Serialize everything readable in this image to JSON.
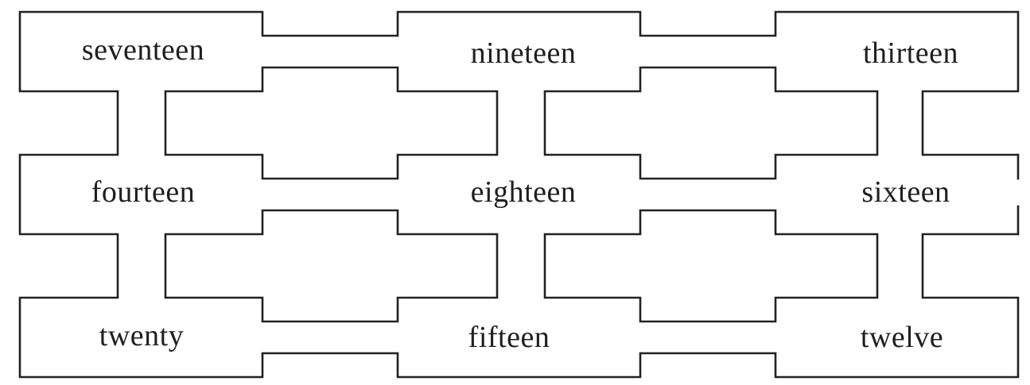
{
  "maze": {
    "rows": [
      [
        "seventeen",
        "nineteen",
        "thirteen"
      ],
      [
        "fourteen",
        "eighteen",
        "sixteen"
      ],
      [
        "twenty",
        "fifteen",
        "twelve"
      ]
    ]
  },
  "colors": {
    "line": "#222222",
    "text": "#1f1f1f",
    "background": "#ffffff"
  }
}
